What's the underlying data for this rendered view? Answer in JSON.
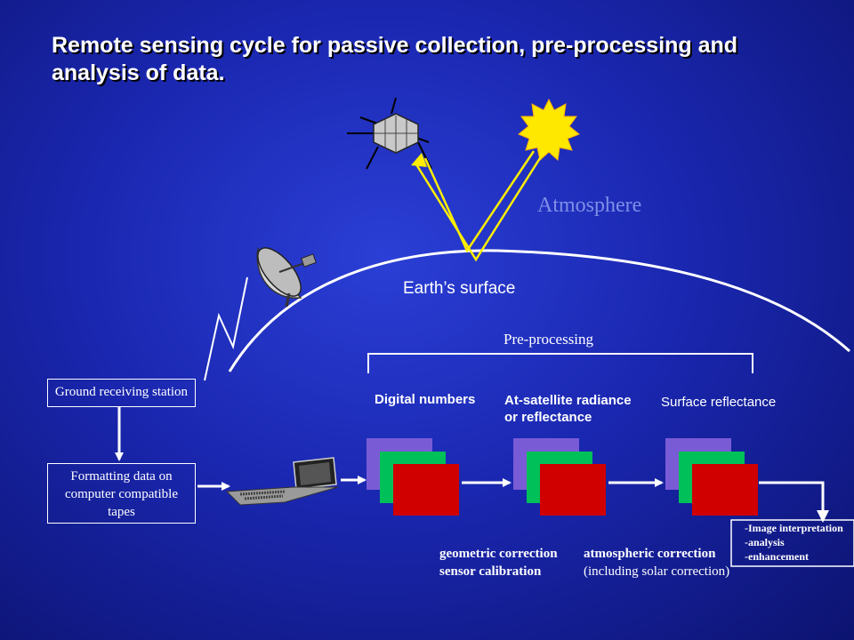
{
  "title": "Remote sensing cycle for passive collection, pre-processing and analysis of  data.",
  "labels": {
    "atmosphere": "Atmosphere",
    "earth_surface": "Earth’s surface",
    "pre_processing": "Pre-processing",
    "ground_station": "Ground receiving station",
    "formatting": [
      "Formatting data on",
      "computer compatible",
      "tapes"
    ],
    "digital_numbers": "Digital numbers",
    "at_satellite": [
      "At-satellite radiance",
      "or reflectance"
    ],
    "surface_reflectance": "Surface reflectance",
    "geometric": [
      "geometric correction",
      "sensor calibration"
    ],
    "atmospheric": [
      "atmospheric correction",
      "(including solar correction)"
    ],
    "analysis": [
      "-Image interpretation",
      "-analysis",
      "-enhancement"
    ]
  },
  "colors": {
    "sun": "#ffe800",
    "beam": "#ffee00",
    "layer_back": "#7a5bd6",
    "layer_mid": "#00c05a",
    "layer_front": "#d00000",
    "atmosphere_text": "#7f8fe8"
  },
  "icons": [
    "satellite-icon",
    "sun-icon",
    "dish-antenna-icon",
    "computer-terminal-icon"
  ]
}
